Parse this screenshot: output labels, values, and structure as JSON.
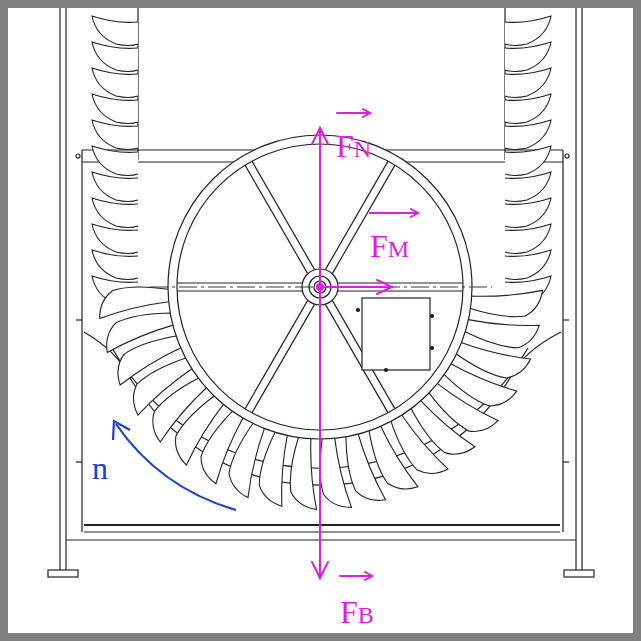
{
  "diagram": {
    "labels": [
      "FN",
      "FM",
      "FB",
      "n"
    ]
  }
}
